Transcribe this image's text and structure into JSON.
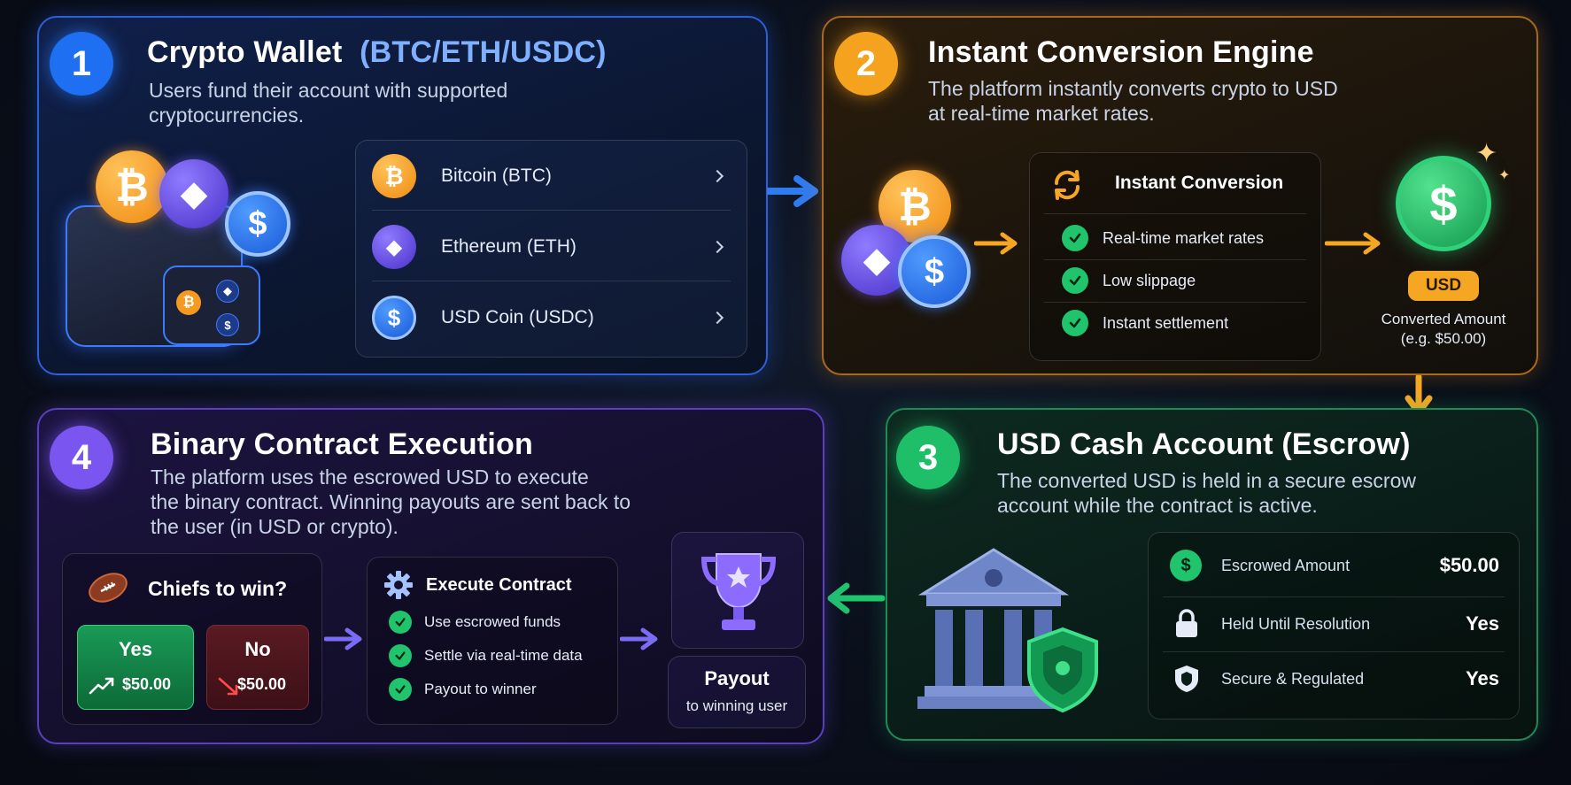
{
  "step1": {
    "number": "1",
    "title": "Crypto Wallet",
    "title_highlight": "(BTC/ETH/USDC)",
    "description_line1": "Users fund their account with supported",
    "description_line2": "cryptocurrencies.",
    "coins": [
      {
        "label": "Bitcoin (BTC)",
        "symbol": "₿",
        "icon": "bitcoin-icon",
        "color": "#f59a1e"
      },
      {
        "label": "Ethereum (ETH)",
        "symbol": "◆",
        "icon": "ethereum-icon",
        "color": "#6b54e8"
      },
      {
        "label": "USD Coin (USDC)",
        "symbol": "$",
        "icon": "usdc-icon",
        "color": "#2f7bf0"
      }
    ]
  },
  "step2": {
    "number": "2",
    "title": "Instant Conversion Engine",
    "description_line1": "The platform instantly converts crypto to USD",
    "description_line2": "at real-time market rates.",
    "card_title": "Instant Conversion",
    "features": [
      "Real-time market rates",
      "Low slippage",
      "Instant settlement"
    ],
    "usd_badge": "USD",
    "converted_label": "Converted Amount",
    "converted_example": "(e.g. $50.00)"
  },
  "step3": {
    "number": "3",
    "title": "USD Cash Account (Escrow)",
    "description_line1": "The converted USD is held in a secure escrow",
    "description_line2": "account while the contract is active.",
    "rows": [
      {
        "label": "Escrowed Amount",
        "value": "$50.00",
        "icon": "dollar-icon"
      },
      {
        "label": "Held Until Resolution",
        "value": "Yes",
        "icon": "lock-icon"
      },
      {
        "label": "Secure & Regulated",
        "value": "Yes",
        "icon": "shield-icon"
      }
    ]
  },
  "step4": {
    "number": "4",
    "title": "Binary Contract Execution",
    "description_line1": "The platform uses the escrowed USD to execute",
    "description_line2": "the binary contract. Winning payouts are sent back to",
    "description_line3": "the user (in USD or crypto).",
    "question": "Chiefs to win?",
    "yes_label": "Yes",
    "yes_amount": "$50.00",
    "no_label": "No",
    "no_amount": "$50.00",
    "execute_title": "Execute Contract",
    "execute_steps": [
      "Use escrowed funds",
      "Settle via real-time data",
      "Payout to winner"
    ],
    "payout_title": "Payout",
    "payout_sub": "to winning user"
  },
  "colors": {
    "blue": "#2f7bf0",
    "orange": "#f5a623",
    "green": "#1fc46c",
    "purple": "#7b55f0"
  }
}
